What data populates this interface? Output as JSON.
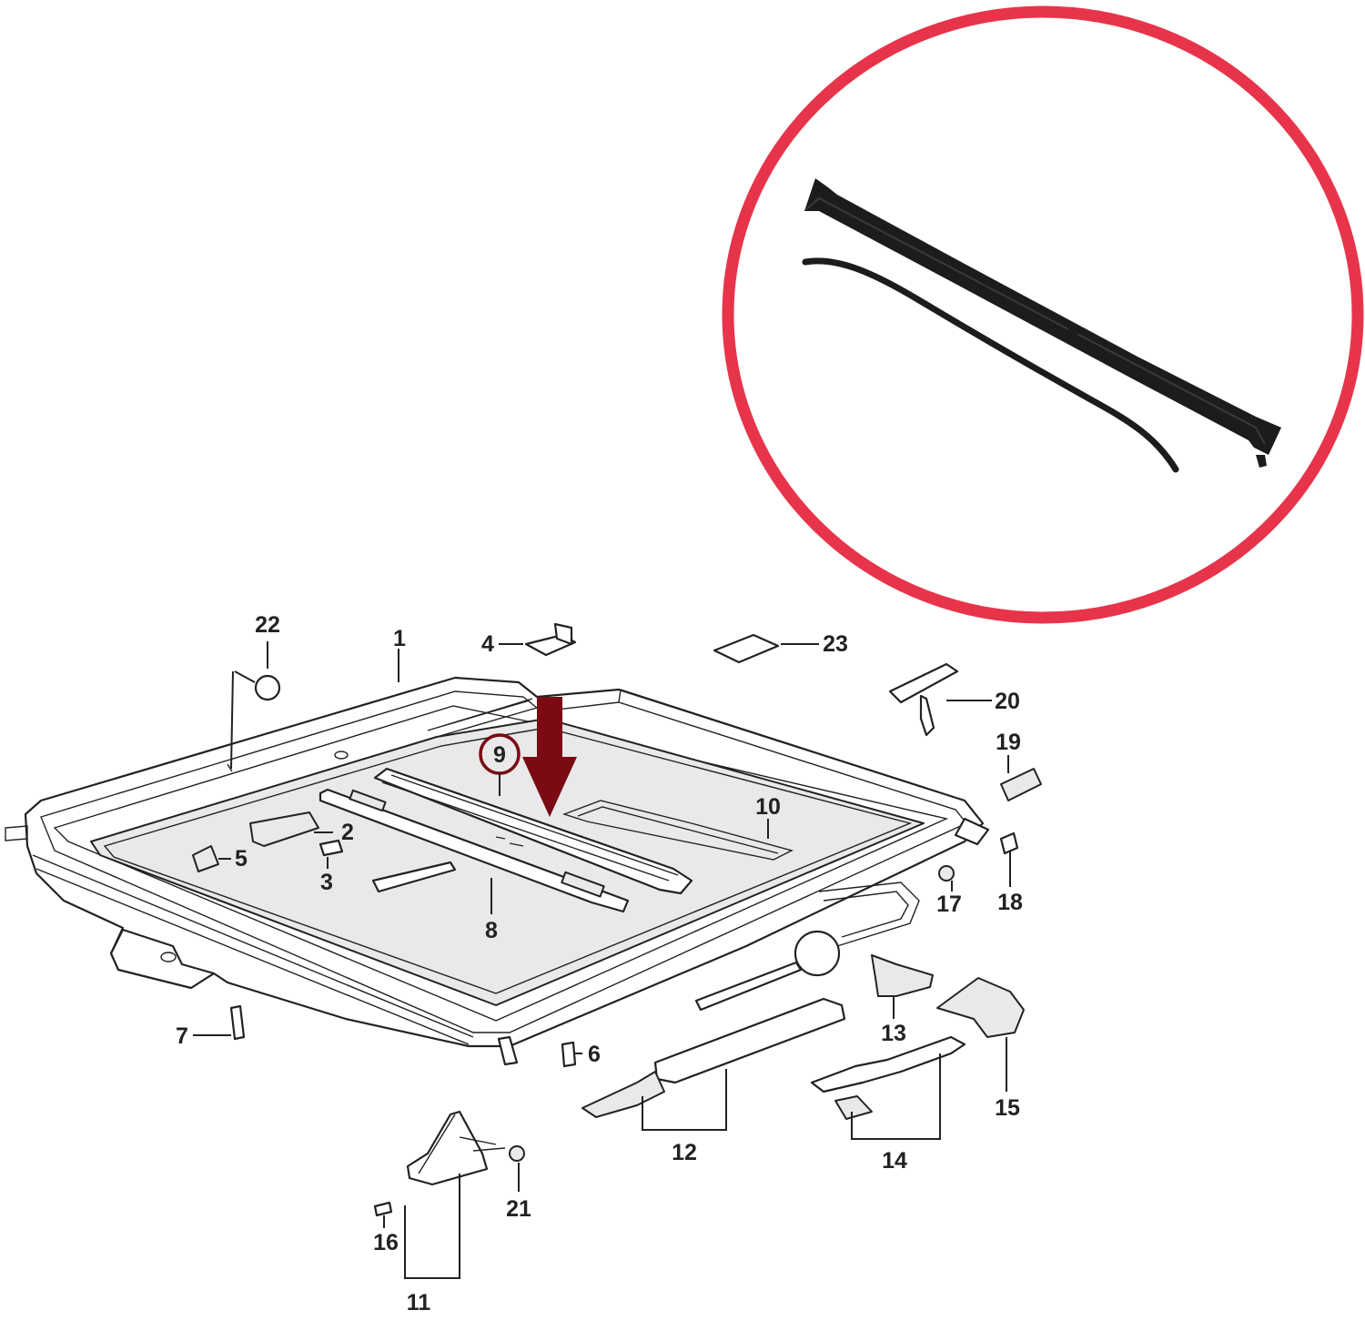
{
  "diagram": {
    "callouts": [
      {
        "id": "22",
        "label": "22"
      },
      {
        "id": "1",
        "label": "1"
      },
      {
        "id": "4",
        "label": "4"
      },
      {
        "id": "23",
        "label": "23"
      },
      {
        "id": "20",
        "label": "20"
      },
      {
        "id": "19",
        "label": "19"
      },
      {
        "id": "9",
        "label": "9"
      },
      {
        "id": "10",
        "label": "10"
      },
      {
        "id": "2",
        "label": "2"
      },
      {
        "id": "5",
        "label": "5"
      },
      {
        "id": "3",
        "label": "3"
      },
      {
        "id": "8",
        "label": "8"
      },
      {
        "id": "17",
        "label": "17"
      },
      {
        "id": "18",
        "label": "18"
      },
      {
        "id": "13",
        "label": "13"
      },
      {
        "id": "7",
        "label": "7"
      },
      {
        "id": "6",
        "label": "6"
      },
      {
        "id": "15",
        "label": "15"
      },
      {
        "id": "12",
        "label": "12"
      },
      {
        "id": "14",
        "label": "14"
      },
      {
        "id": "21",
        "label": "21"
      },
      {
        "id": "16",
        "label": "16"
      },
      {
        "id": "11",
        "label": "11"
      }
    ],
    "highlighted_part": "9",
    "highlight_color": "#7a0a14",
    "arrow_color": "#7a0a14"
  },
  "inset": {
    "ring_color": "#e8344a",
    "part_color": "#1c1c1c",
    "subject": "sunroof seal strip"
  }
}
